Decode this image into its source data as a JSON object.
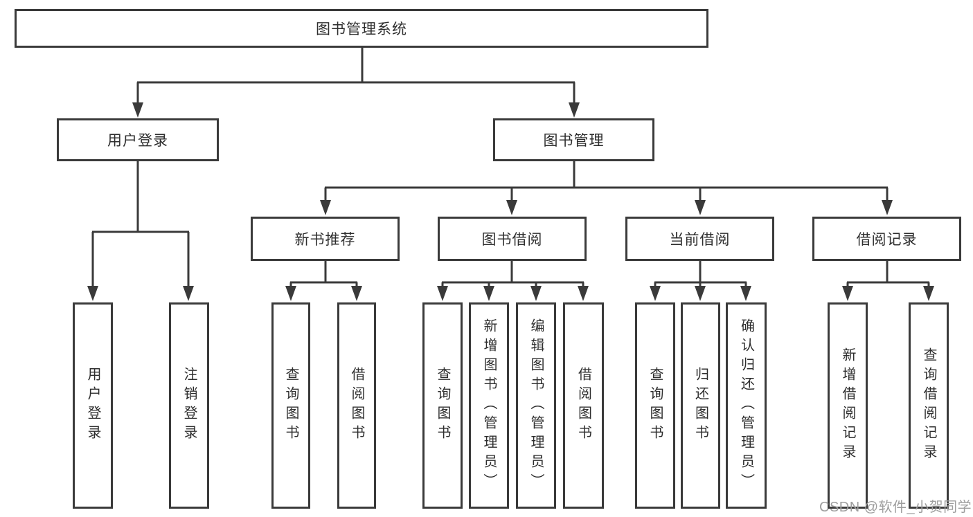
{
  "diagram": {
    "root": {
      "label": "图书管理系统"
    },
    "branches": [
      {
        "label": "用户登录",
        "children": [
          {
            "label": "用户登录"
          },
          {
            "label": "注销登录"
          }
        ]
      },
      {
        "label": "图书管理",
        "children": [
          {
            "label": "新书推荐",
            "children": [
              {
                "label": "查询图书"
              },
              {
                "label": "借阅图书"
              }
            ]
          },
          {
            "label": "图书借阅",
            "children": [
              {
                "label": "查询图书"
              },
              {
                "label": "新增图书（管理员）"
              },
              {
                "label": "编辑图书（管理员）"
              },
              {
                "label": "借阅图书"
              }
            ]
          },
          {
            "label": "当前借阅",
            "children": [
              {
                "label": "查询图书"
              },
              {
                "label": "归还图书"
              },
              {
                "label": "确认归还（管理员）"
              }
            ]
          },
          {
            "label": "借阅记录",
            "children": [
              {
                "label": "新增借阅记录"
              },
              {
                "label": "查询借阅记录"
              }
            ]
          }
        ]
      }
    ],
    "watermark": "CSDN @软件_小贺同学",
    "colors": {
      "line": "#3a3a3a",
      "border": "#3a3a3a",
      "text": "#2e2e2e",
      "watermark": "#9e9e9e",
      "background": "#ffffff"
    }
  }
}
